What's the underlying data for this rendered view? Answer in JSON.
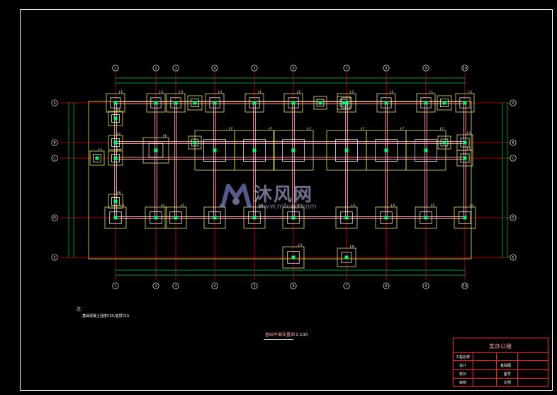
{
  "colors": {
    "background": "#000000",
    "frame": "#ffffff",
    "axis": "#cc0000",
    "beam": "#e8d8e8",
    "footing": "#e8e060",
    "pier": "#ffffff",
    "dim": "#00cc44",
    "column": "#00ff66",
    "title_border": "#ff2020"
  },
  "grid": {
    "col_labels": [
      "1",
      "2",
      "3",
      "4",
      "5",
      "6",
      "7",
      "8",
      "9",
      "10"
    ],
    "row_labels": [
      "A",
      "B",
      "C",
      "D",
      "E"
    ]
  },
  "footing_labels": [
    "J-1",
    "J-2",
    "J-3",
    "J-4",
    "J-5",
    "J-6",
    "J-7",
    "J-8",
    "J-9"
  ],
  "notes": {
    "heading": "注:",
    "line1": "基础混凝土强度C30,垫层C15"
  },
  "plan_title": "基础平面布置图",
  "plan_scale": "1:100",
  "title_block": {
    "project": "某办公楼",
    "r1_label": "工程名称",
    "r2_label": "设计",
    "r2_value": "基础图",
    "r3_label": "校对",
    "r3_value": "图号",
    "r4_label": "审核",
    "r4_value": "比例"
  },
  "watermark": {
    "brand": "沐风网",
    "url": "www.mfcad.com"
  }
}
